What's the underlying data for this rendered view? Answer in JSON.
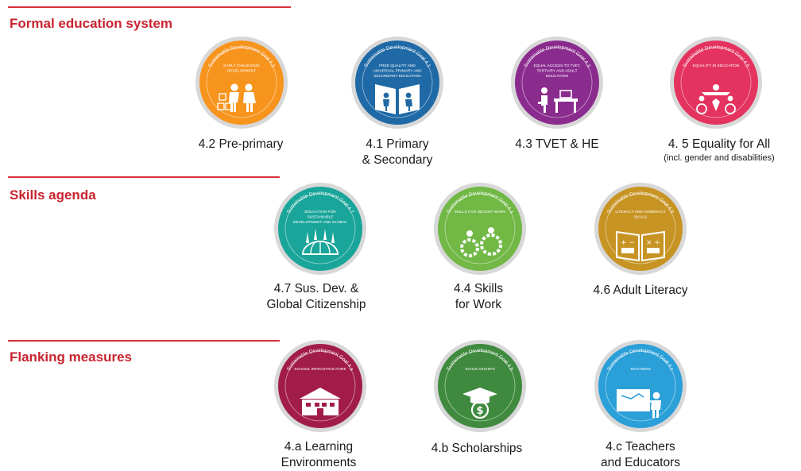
{
  "sections": [
    {
      "title": "Formal education system"
    },
    {
      "title": "Skills agenda"
    },
    {
      "title": "Flanking measures"
    }
  ],
  "badge_arc_text": "Sustainable Development Goal",
  "goals": [
    {
      "code": "4.2",
      "arc_number": "4.2",
      "inner": "EARLY CHILDHOOD DEVELOPMENT",
      "caption": [
        "4.2 Pre-primary"
      ],
      "note": "",
      "color": "#f7941d",
      "icon": "children-icon"
    },
    {
      "code": "4.1",
      "arc_number": "4.1",
      "inner": "FREE QUALITY AND UNIVERSAL PRIMARY AND SECONDARY EDUCATION",
      "caption": [
        "4.1 Primary",
        "& Secondary"
      ],
      "note": "",
      "color": "#1f6aa6",
      "icon": "book-icon"
    },
    {
      "code": "4.3",
      "arc_number": "4.3",
      "inner": "EQUAL ACCESS TO TVET, TERTIARY AND ADULT EDUCATION",
      "caption": [
        "4.3 TVET & HE"
      ],
      "note": "",
      "color": "#8a2b8e",
      "icon": "desk-icon"
    },
    {
      "code": "4.5",
      "arc_number": "4.5",
      "inner": "EQUALITY IN EDUCATION",
      "caption": [
        "4. 5 Equality for All"
      ],
      "note": "(incl. gender and disabilities)",
      "color": "#e4335f",
      "icon": "equality-icon"
    },
    {
      "code": "4.7",
      "arc_number": "4.7",
      "inner": "EDUCATION FOR SUSTAINABLE DEVELOPMENT AND GLOBAL CITIZENSHIP",
      "caption": [
        "4.7 Sus. Dev. &",
        "Global Citizenship"
      ],
      "note": "",
      "color": "#1aa59a",
      "icon": "globe-icon"
    },
    {
      "code": "4.4",
      "arc_number": "4.4",
      "inner": "SKILLS FOR DECENT WORK",
      "caption": [
        "4.4 Skills",
        "for Work"
      ],
      "note": "",
      "color": "#71b845",
      "icon": "gears-icon"
    },
    {
      "code": "4.6",
      "arc_number": "4.6",
      "inner": "LITERACY AND NUMERACY SKILLS",
      "caption": [
        "4.6 Adult Literacy"
      ],
      "note": "",
      "color": "#c79423",
      "icon": "open-book-icon"
    },
    {
      "code": "4.a",
      "arc_number": "4.a",
      "inner": "SCHOOL INFRASTRUCTURE",
      "caption": [
        "4.a Learning",
        "Environments"
      ],
      "note": "",
      "color": "#a21c4a",
      "icon": "school-icon"
    },
    {
      "code": "4.b",
      "arc_number": "4.b",
      "inner": "SCHOLARSHIPS",
      "caption": [
        "4.b Scholarships"
      ],
      "note": "",
      "color": "#3f8a3f",
      "icon": "scholarship-icon"
    },
    {
      "code": "4.c",
      "arc_number": "4.c",
      "inner": "TEACHERS",
      "caption": [
        "4.c Teachers",
        "and Educators"
      ],
      "note": "",
      "color": "#2a9fd8",
      "icon": "teacher-icon"
    }
  ]
}
